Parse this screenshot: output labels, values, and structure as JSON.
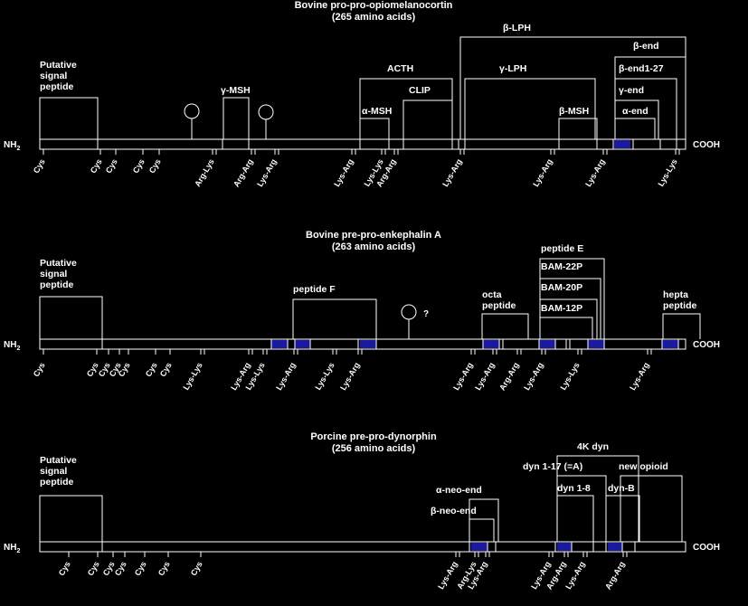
{
  "colors": {
    "background": "#000000",
    "line": "#ffffff",
    "segment": "#1a1a9e"
  },
  "terminals": {
    "n": "NH",
    "n_sub": "2",
    "c": "COOH"
  },
  "panels": [
    {
      "id": "pomc",
      "title": "Bovine pro-pro-opiomelanocortin",
      "subtitle": "(265 amino acids)",
      "labels": [
        {
          "lines": [
            "Putative",
            "signal",
            "peptide"
          ]
        },
        {
          "lines": [
            "γ-MSH"
          ]
        },
        {
          "lines": [
            "ACTH"
          ]
        },
        {
          "lines": [
            "α-MSH"
          ]
        },
        {
          "lines": [
            "CLIP"
          ]
        },
        {
          "lines": [
            "β-LPH"
          ]
        },
        {
          "lines": [
            "γ-LPH"
          ]
        },
        {
          "lines": [
            "β-MSH"
          ]
        },
        {
          "lines": [
            "β-end"
          ]
        },
        {
          "lines": [
            "β-end1-27"
          ]
        },
        {
          "lines": [
            "γ-end"
          ]
        },
        {
          "lines": [
            "α-end"
          ]
        }
      ],
      "sites": [
        "Cys",
        "Cys",
        "Cys",
        "Cys",
        "Cys",
        "Arg-Lys",
        "Arg-Arg",
        "Lys-Arg",
        "Lys-Arg",
        "Lys-Lys",
        "Arg-Arg",
        "Lys-Arg",
        "Lys-Arg",
        "Lys-Arg",
        "Lys-Lys"
      ]
    },
    {
      "id": "penk",
      "title": "Bovine pre-pro-enkephalin A",
      "subtitle": "(263 amino acids)",
      "labels": [
        {
          "lines": [
            "Putative",
            "signal",
            "peptide"
          ]
        },
        {
          "lines": [
            "peptide F"
          ]
        },
        {
          "lines": [
            "octa",
            "peptide"
          ]
        },
        {
          "lines": [
            "peptide E"
          ]
        },
        {
          "lines": [
            "BAM-22P"
          ]
        },
        {
          "lines": [
            "BAM-20P"
          ]
        },
        {
          "lines": [
            "BAM-12P"
          ]
        },
        {
          "lines": [
            "hepta",
            "peptide"
          ]
        }
      ],
      "question": "?",
      "sites": [
        "Cys",
        "Cys",
        "Cys",
        "Cys",
        "Cys",
        "Cys",
        "Cys",
        "Lys-Lys",
        "Lys-Arg",
        "Lys-Lys",
        "Lys-Arg",
        "Lys-Lys",
        "Lys-Arg",
        "Lys-Arg",
        "Lys-Arg",
        "Arg-Arg",
        "Lys-Arg",
        "Lys-Lys",
        "Lys-Arg"
      ]
    },
    {
      "id": "pdyn",
      "title": "Porcine pre-pro-dynorphin",
      "subtitle": "(256 amino acids)",
      "labels": [
        {
          "lines": [
            "Putative",
            "signal",
            "peptide"
          ]
        },
        {
          "lines": [
            "α-neo-end"
          ]
        },
        {
          "lines": [
            "β-neo-end"
          ]
        },
        {
          "lines": [
            "4K dyn"
          ]
        },
        {
          "lines": [
            "dyn 1-17 (=A)"
          ]
        },
        {
          "lines": [
            "new opioid"
          ]
        },
        {
          "lines": [
            "dyn 1-8"
          ]
        },
        {
          "lines": [
            "dyn-B"
          ]
        }
      ],
      "sites": [
        "Cys",
        "Cys",
        "Cys",
        "Cys",
        "Cys",
        "Cys",
        "Cys",
        "Lys-Arg",
        "Arg-Lys",
        "Lys-Arg",
        "Lys-Arg",
        "Arg-Arg",
        "Lys-Arg",
        "Arg-Arg"
      ]
    }
  ]
}
